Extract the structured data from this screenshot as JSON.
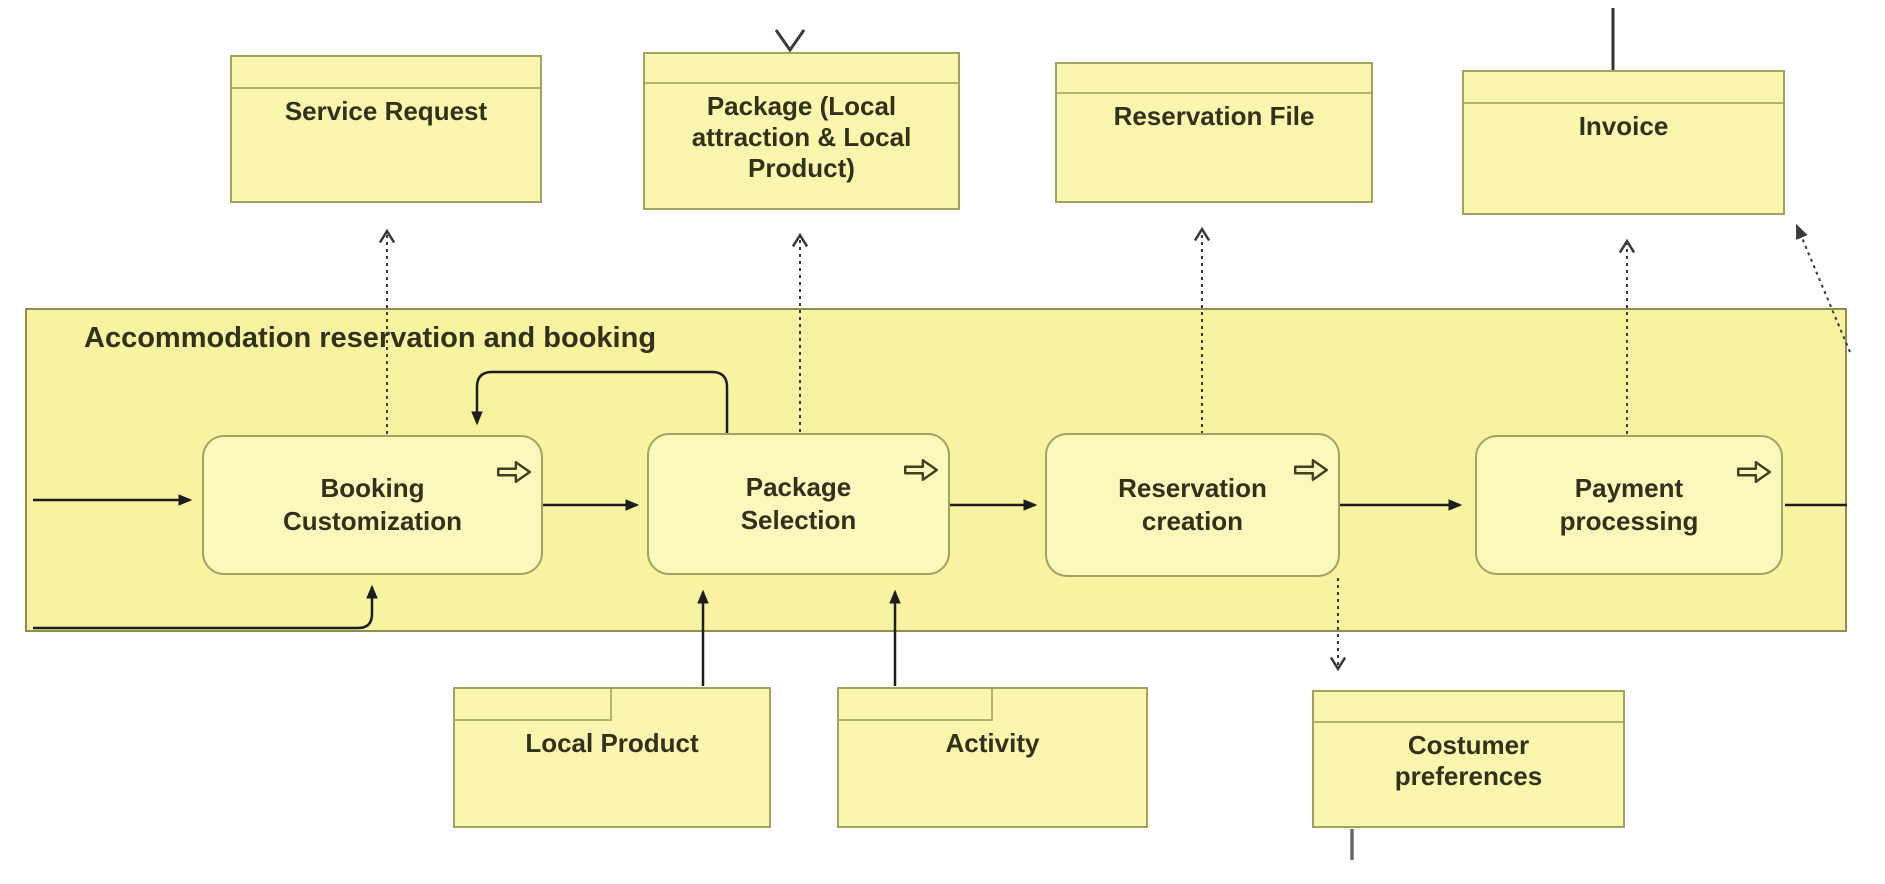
{
  "band": {
    "label": "Accommodation reservation and booking"
  },
  "processes": {
    "booking_customization": {
      "label": "Booking Customization"
    },
    "package_selection": {
      "label": "Package Selection"
    },
    "reservation_creation": {
      "label": "Reservation creation"
    },
    "payment_processing": {
      "label": "Payment processing"
    }
  },
  "data_objects": {
    "service_request": {
      "label": "Service Request"
    },
    "package": {
      "label": "Package (Local attraction & Local Product)"
    },
    "reservation_file": {
      "label": "Reservation File"
    },
    "invoice": {
      "label": "Invoice"
    },
    "local_product": {
      "label": "Local Product"
    },
    "activity": {
      "label": "Activity"
    },
    "costumer_preferences": {
      "label": "Costumer preferences"
    }
  },
  "relations": [
    {
      "from": "left-edge",
      "to": "booking_customization",
      "style": "solid-arrow"
    },
    {
      "from": "left-edge",
      "to": "booking_customization",
      "style": "solid-arrow-into-bottom"
    },
    {
      "from": "booking_customization",
      "to": "package_selection",
      "style": "solid-arrow"
    },
    {
      "from": "package_selection",
      "to": "booking_customization",
      "style": "solid-arrow-loop"
    },
    {
      "from": "package_selection",
      "to": "reservation_creation",
      "style": "solid-arrow"
    },
    {
      "from": "reservation_creation",
      "to": "payment_processing",
      "style": "solid-arrow"
    },
    {
      "from": "payment_processing",
      "to": "right-edge",
      "style": "solid-line"
    },
    {
      "from": "booking_customization",
      "to": "service_request",
      "style": "dotted-open-arrow"
    },
    {
      "from": "package_selection",
      "to": "package",
      "style": "dotted-open-arrow"
    },
    {
      "from": "reservation_creation",
      "to": "reservation_file",
      "style": "dotted-open-arrow"
    },
    {
      "from": "payment_processing",
      "to": "invoice",
      "style": "dotted-open-arrow"
    },
    {
      "from": "reservation_creation",
      "to": "costumer_preferences",
      "style": "dotted-open-arrow"
    },
    {
      "from": "local_product",
      "to": "package_selection",
      "style": "solid-arrow"
    },
    {
      "from": "activity",
      "to": "package_selection",
      "style": "solid-arrow"
    },
    {
      "from": "bottom-right",
      "to": "invoice",
      "style": "dotted-filled-arrow-diagonal"
    },
    {
      "from": "top-edge",
      "to": "package",
      "style": "open-arrowhead-down"
    },
    {
      "from": "top-edge",
      "to": "invoice",
      "style": "solid-line"
    },
    {
      "from": "costumer_preferences",
      "to": "bottom-edge",
      "style": "solid-line"
    }
  ],
  "colors": {
    "band_fill": "#f7f3a0",
    "band_border": "#8e8e4e",
    "node_fill": "#faf6ae",
    "process_fill": "#fbf8bb",
    "node_border": "#a2a261",
    "text": "#32321c",
    "solid_arrow": "#1d1d1d",
    "dotted_arrow": "#3a3a3a"
  }
}
